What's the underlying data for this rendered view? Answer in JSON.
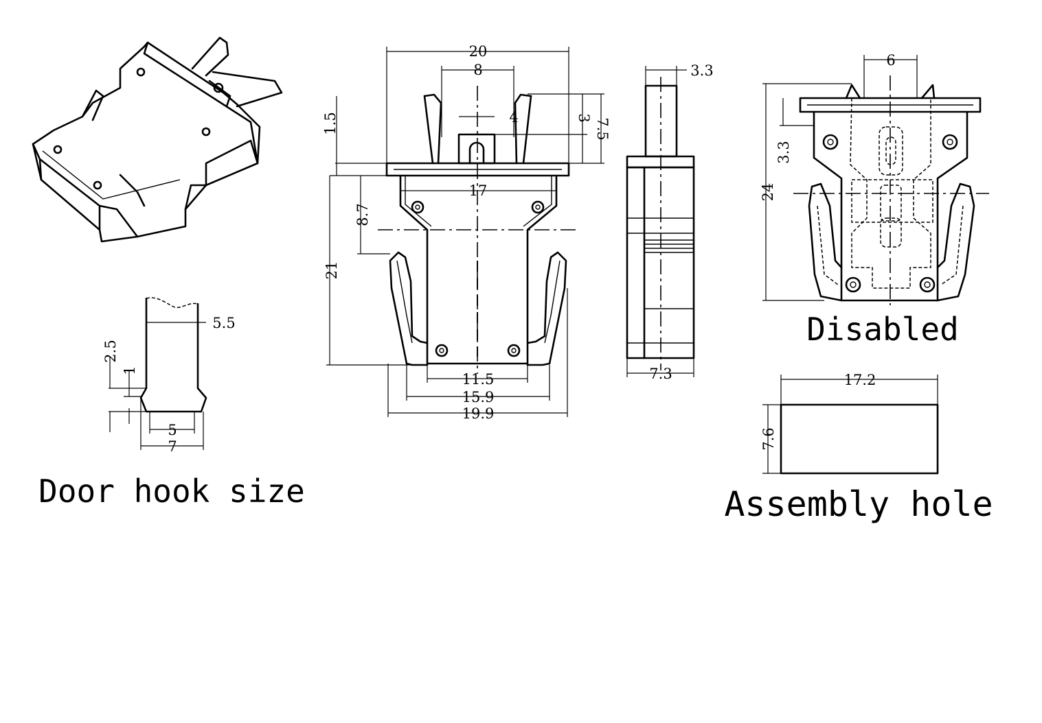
{
  "captions": {
    "door_hook": "Door hook size",
    "disabled": "Disabled",
    "assembly": "Assembly hole"
  },
  "dims": {
    "front_w20": "20",
    "front_w8": "8",
    "front_w4": "4",
    "front_h3": "3",
    "front_h7_5": "7.5",
    "front_h1_5": "1.5",
    "front_w17": "17",
    "front_h8_7": "8.7",
    "front_h21": "21",
    "front_w11_5": "11.5",
    "front_w15_9": "15.9",
    "front_w19_9": "19.9",
    "side_w3_3": "3.3",
    "side_w7_3": "7.3",
    "back_w6": "6",
    "back_h3_3": "3.3",
    "back_h24": "24",
    "hole_w17_2": "17.2",
    "hole_h7_6": "7.6",
    "hook_w5_5": "5.5",
    "hook_h2_5": "2.5",
    "hook_h1": "1",
    "hook_w5": "5",
    "hook_w7": "7"
  }
}
